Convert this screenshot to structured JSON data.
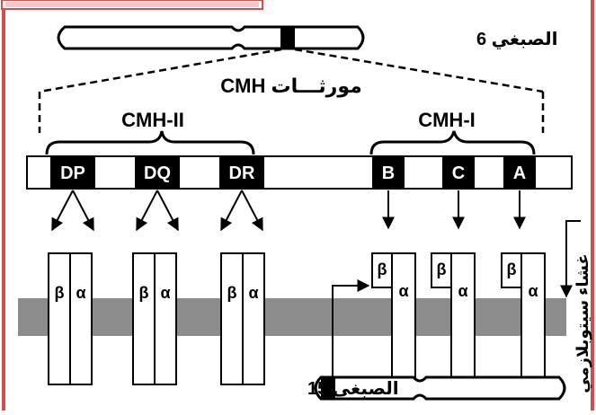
{
  "chromosome6": {
    "label": "الصبغي 6"
  },
  "mhc_genes": {
    "label": "مورثـــات CMH"
  },
  "class_labels": {
    "class_ii": "CMH-II",
    "class_i": "CMH-I"
  },
  "genes": {
    "dp": "DP",
    "dq": "DQ",
    "dr": "DR",
    "b": "B",
    "c": "C",
    "a": "A"
  },
  "chains": {
    "beta": "β",
    "alpha": "α"
  },
  "membrane": {
    "label": "غشاء سيتوبلازمي"
  },
  "chromosome15": {
    "label": "الصبغي 15"
  },
  "colors": {
    "membrane": "#8c8c8c",
    "border": "#d24d4d",
    "black": "#000000"
  }
}
